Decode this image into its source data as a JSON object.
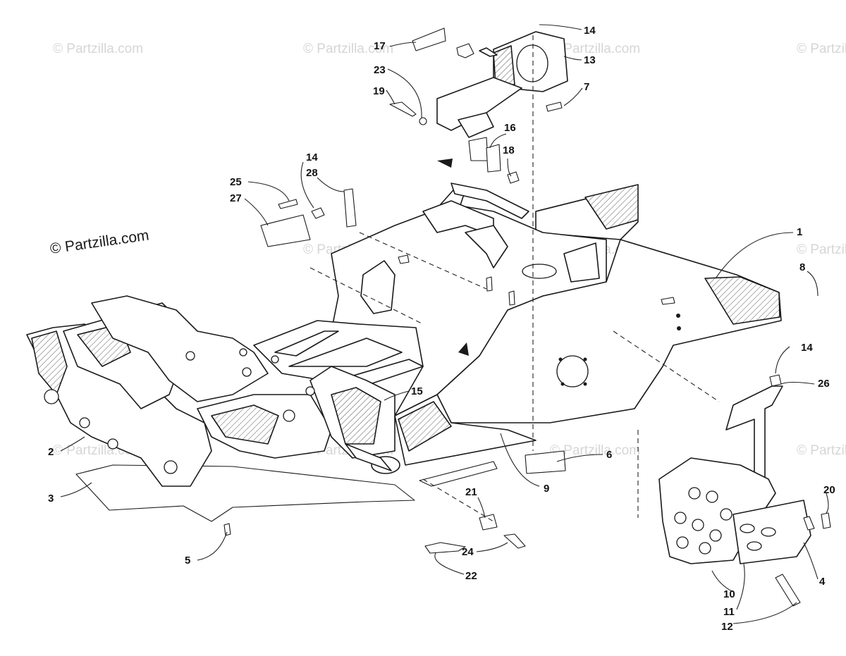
{
  "watermark": {
    "main_text": "© Partzilla.com",
    "faded_text": "© Partzilla.com"
  },
  "callouts": {
    "c1": "1",
    "c2": "2",
    "c3": "3",
    "c4": "4",
    "c5": "5",
    "c6": "6",
    "c7": "7",
    "c8": "8",
    "c9": "9",
    "c10": "10",
    "c11": "11",
    "c12": "12",
    "c13": "13",
    "c14a": "14",
    "c14b": "14",
    "c14c": "14",
    "c15": "15",
    "c16": "16",
    "c17": "17",
    "c18": "18",
    "c19": "19",
    "c20": "20",
    "c21": "21",
    "c22": "22",
    "c23": "23",
    "c24": "24",
    "c25": "25",
    "c26": "26",
    "c27": "27",
    "c28": "28"
  },
  "colors": {
    "line": "#1a1a1a",
    "background": "#ffffff",
    "watermark": "#d6d6d6"
  }
}
